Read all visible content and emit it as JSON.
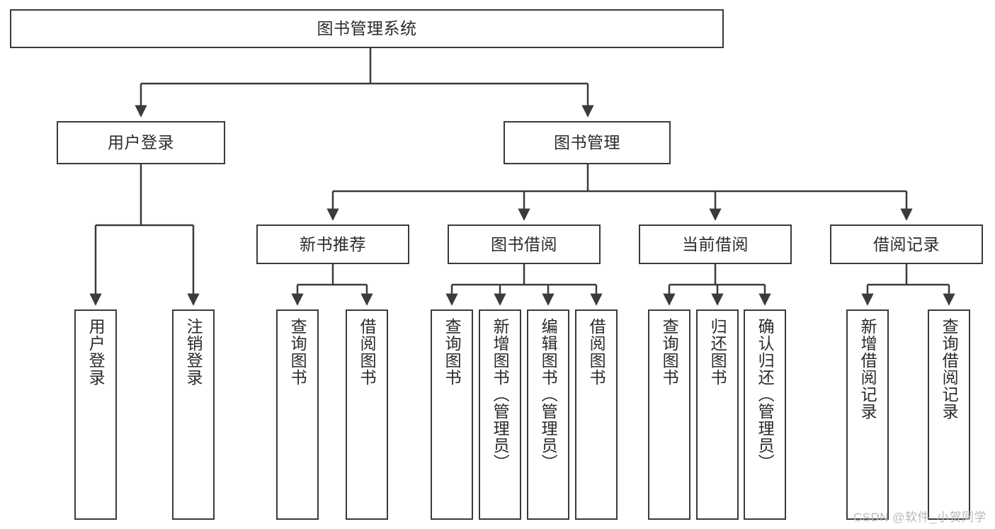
{
  "diagram": {
    "title": "图书管理系统",
    "watermark": "CSDN @软件_小贺同学",
    "line_color": "#3b3b3b",
    "text_color": "#2b2b2b",
    "background": "#ffffff",
    "root": {
      "label": "图书管理系统"
    },
    "level2": [
      {
        "label": "用户登录"
      },
      {
        "label": "图书管理"
      }
    ],
    "level3": [
      {
        "label": "新书推荐"
      },
      {
        "label": "图书借阅"
      },
      {
        "label": "当前借阅"
      },
      {
        "label": "借阅记录"
      }
    ],
    "leaves": {
      "user_login": [
        {
          "label": "用户登录"
        },
        {
          "label": "注销登录"
        }
      ],
      "new_book_recommend": [
        {
          "label": "查询图书"
        },
        {
          "label": "借阅图书"
        }
      ],
      "book_borrow": [
        {
          "label": "查询图书"
        },
        {
          "label": "新增图书（管理员）"
        },
        {
          "label": "编辑图书（管理员）"
        },
        {
          "label": "借阅图书"
        }
      ],
      "current_borrow": [
        {
          "label": "查询图书"
        },
        {
          "label": "归还图书"
        },
        {
          "label": "确认归还（管理员）"
        }
      ],
      "borrow_record": [
        {
          "label": "新增借阅记录"
        },
        {
          "label": "查询借阅记录"
        }
      ]
    }
  }
}
